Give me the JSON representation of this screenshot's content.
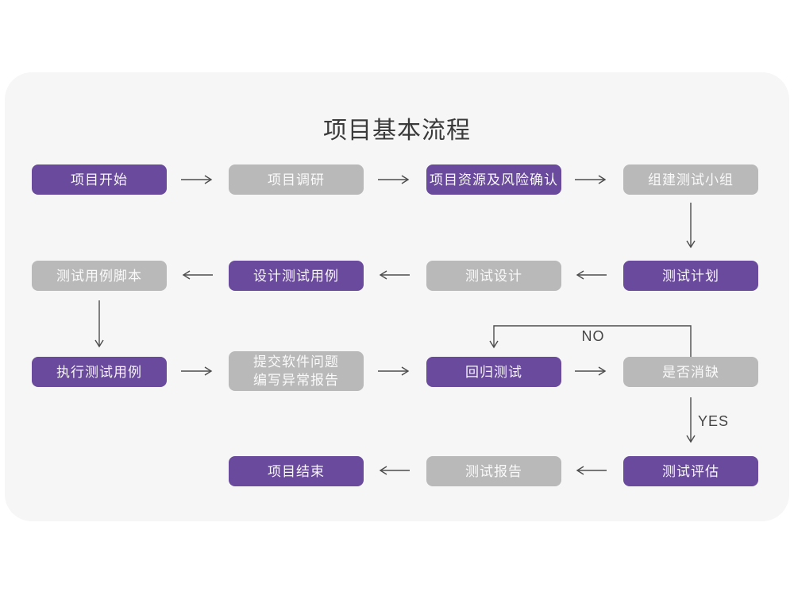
{
  "page": {
    "title": "项目基本流程"
  },
  "flow": {
    "nodes": [
      {
        "id": "project-start",
        "label": "项目开始",
        "type": "primary"
      },
      {
        "id": "project-research",
        "label": "项目调研",
        "type": "secondary"
      },
      {
        "id": "resource-risk",
        "label": "项目资源及风险确认",
        "type": "primary"
      },
      {
        "id": "build-team",
        "label": "组建测试小组",
        "type": "secondary"
      },
      {
        "id": "case-script",
        "label": "测试用例脚本",
        "type": "secondary"
      },
      {
        "id": "design-case",
        "label": "设计测试用例",
        "type": "primary"
      },
      {
        "id": "test-design",
        "label": "测试设计",
        "type": "secondary"
      },
      {
        "id": "test-plan",
        "label": "测试计划",
        "type": "primary"
      },
      {
        "id": "exec-case",
        "label": "执行测试用例",
        "type": "primary"
      },
      {
        "id": "submit-issue",
        "label": "提交软件问题\n编写异常报告",
        "type": "secondary"
      },
      {
        "id": "regression-test",
        "label": "回归测试",
        "type": "primary"
      },
      {
        "id": "defect-cleared",
        "label": "是否消缺",
        "type": "secondary"
      },
      {
        "id": "project-end",
        "label": "项目结束",
        "type": "primary"
      },
      {
        "id": "test-report",
        "label": "测试报告",
        "type": "secondary"
      },
      {
        "id": "test-evaluate",
        "label": "测试评估",
        "type": "primary"
      }
    ],
    "edge_labels": {
      "no": "NO",
      "yes": "YES"
    }
  },
  "colors": {
    "primary": "#6a4a9c",
    "secondary": "#b9b9b9",
    "arrow": "#4d4d4d",
    "card_bg": "#f6f6f6"
  }
}
